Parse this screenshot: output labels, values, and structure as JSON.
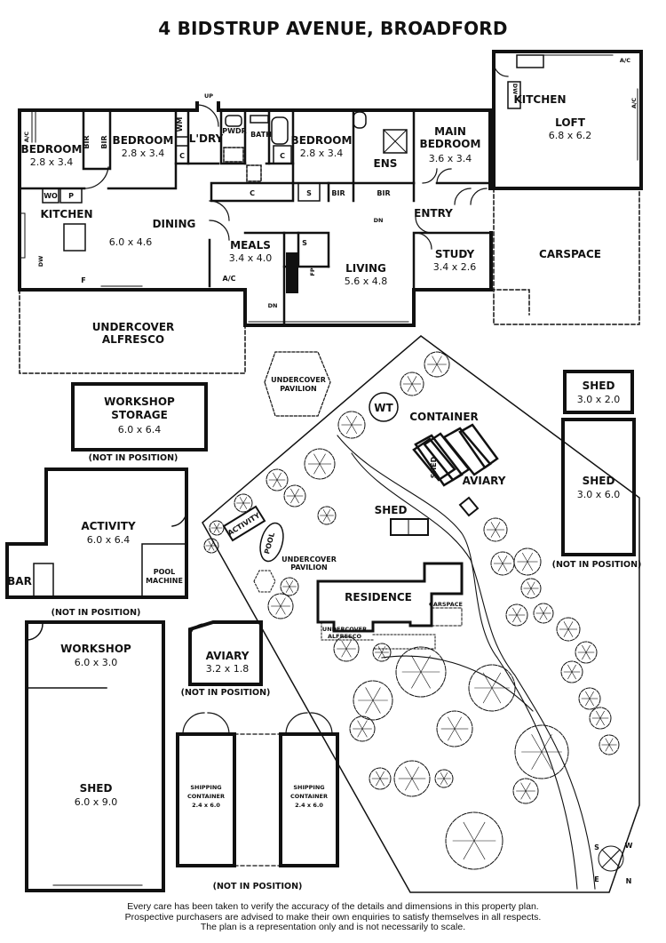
{
  "title": "4 BIDSTRUP AVENUE, BROADFORD",
  "disclaimer": [
    "Every care has been taken to verify the accuracy of the details and dimensions in this property plan.",
    "Prospective purchasers are advised to make their own enquiries to satisfy themselves in all respects.",
    "The plan is a representation only and is not necessarily to scale."
  ],
  "house": {
    "bedroom1": {
      "name": "BEDROOM",
      "dims": "2.8 x 3.4"
    },
    "bedroom2": {
      "name": "BEDROOM",
      "dims": "2.8 x 3.4"
    },
    "bedroom3": {
      "name": "BEDROOM",
      "dims": "2.8 x 3.4"
    },
    "main_bedroom": {
      "name1": "MAIN",
      "name2": "BEDROOM",
      "dims": "3.6 x 3.4"
    },
    "laundry": "L'DRY",
    "powder": "PWDR",
    "bath": "BATH",
    "ensuite": "ENS",
    "kitchen": "KITCHEN",
    "dining": {
      "name": "DINING",
      "dims": "6.0 x 4.6"
    },
    "meals": {
      "name": "MEALS",
      "dims": "3.4 x 4.0"
    },
    "living": {
      "name": "LIVING",
      "dims": "5.6 x 4.8"
    },
    "study": {
      "name": "STUDY",
      "dims": "3.4 x 2.6"
    },
    "entry": "ENTRY",
    "alfresco": {
      "line1": "UNDERCOVER",
      "line2": "ALFRESCO"
    },
    "loft": {
      "kitchen": "KITCHEN",
      "name": "LOFT",
      "dims": "6.8 x 6.2"
    },
    "carspace": "CARSPACE",
    "fixtures": {
      "bir": "BIR",
      "c": "C",
      "s": "S",
      "wm": "WM",
      "wo": "WO",
      "p": "P",
      "dw": "DW",
      "f": "F",
      "ac": "A/C",
      "fp": "FP",
      "up": "UP",
      "dn": "DN"
    }
  },
  "outbuildings": {
    "pavilion": {
      "line1": "UNDERCOVER",
      "line2": "PAVILION"
    },
    "workshop_storage": {
      "line1": "WORKSHOP",
      "line2": "STORAGE",
      "dims": "6.0 x 6.4"
    },
    "activity": {
      "name": "ACTIVITY",
      "dims": "6.0 x 6.4",
      "bar": "BAR",
      "pool1": "POOL",
      "pool2": "MACHINE"
    },
    "workshop": {
      "name": "WORKSHOP",
      "dims": "6.0 x 3.0"
    },
    "shed_large": {
      "name": "SHED",
      "dims": "6.0 x 9.0"
    },
    "aviary": {
      "name": "AVIARY",
      "dims": "3.2 x 1.8"
    },
    "container1": {
      "line1": "SHIPPING",
      "line2": "CONTAINER",
      "dims": "2.4 x 6.0"
    },
    "container2": {
      "line1": "SHIPPING",
      "line2": "CONTAINER",
      "dims": "2.4 x 6.0"
    },
    "shed_small": {
      "name": "SHED",
      "dims": "3.0 x 2.0"
    },
    "shed_med": {
      "name": "SHED",
      "dims": "3.0 x 6.0"
    },
    "not_in_position": "(NOT IN POSITION)"
  },
  "site": {
    "wt": "WT",
    "container": "CONTAINER",
    "shed": "SHED",
    "aviary": "AVIARY",
    "shed2": "SHED",
    "activity": "ACTIVITY",
    "pool": "POOL",
    "pavilion1": "UNDERCOVER",
    "pavilion2": "PAVILION",
    "residence": "RESIDENCE",
    "carspace": "CARSPACE",
    "alfresco1": "UNDERCOVER",
    "alfresco2": "ALFRESCO"
  },
  "compass": {
    "s": "S",
    "w": "W",
    "e": "E",
    "n": "N"
  }
}
